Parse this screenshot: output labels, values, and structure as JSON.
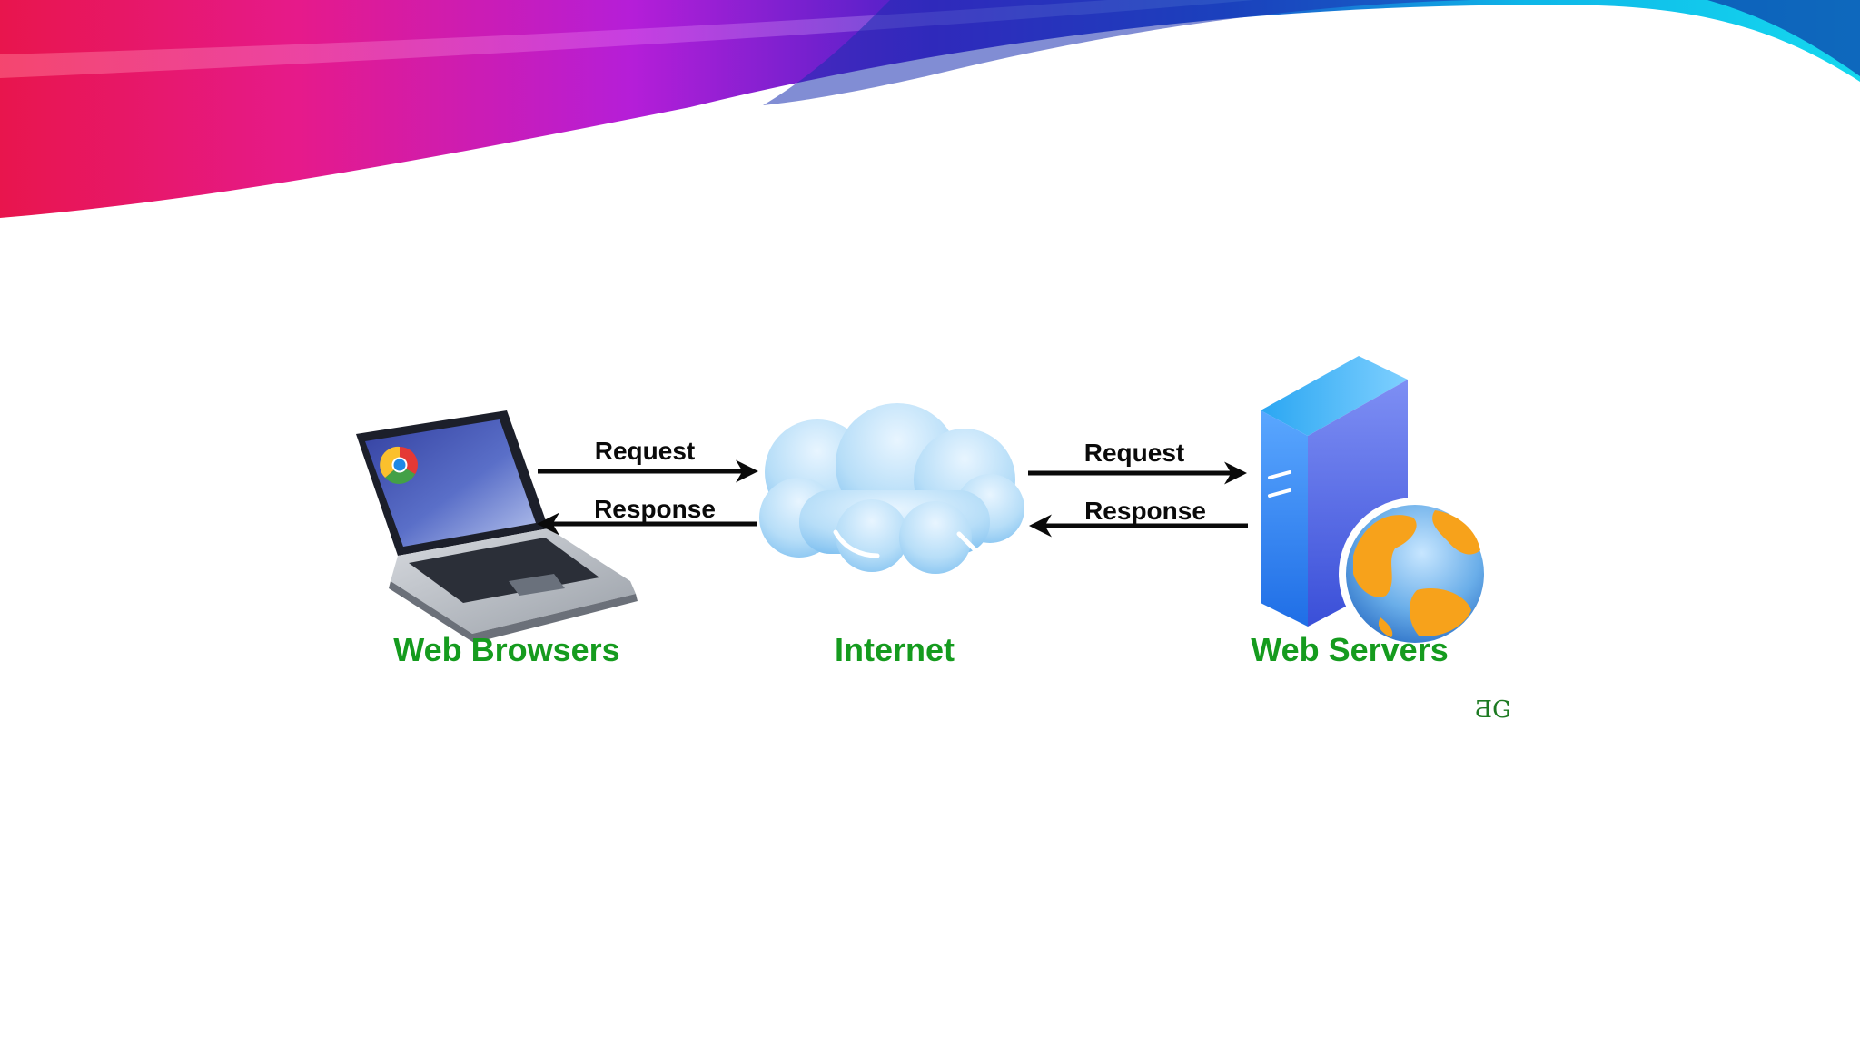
{
  "diagram": {
    "left_flow": {
      "request_label": "Request",
      "response_label": "Response"
    },
    "right_flow": {
      "request_label": "Request",
      "response_label": "Response"
    },
    "nodes": {
      "browser": {
        "label": "Web Browsers",
        "icon": "laptop-icon"
      },
      "internet": {
        "label": "Internet",
        "icon": "cloud-icon"
      },
      "server": {
        "label": "Web Servers",
        "icon": "server-globe-icon"
      }
    },
    "watermark_logo": "ƋG"
  },
  "colors": {
    "label_green": "#159b1e",
    "arrow_black": "#0a0a0a",
    "cloud_blue": "#9fd2f5",
    "server_blue": "#2a86ea",
    "globe_orange": "#f7a21b"
  }
}
